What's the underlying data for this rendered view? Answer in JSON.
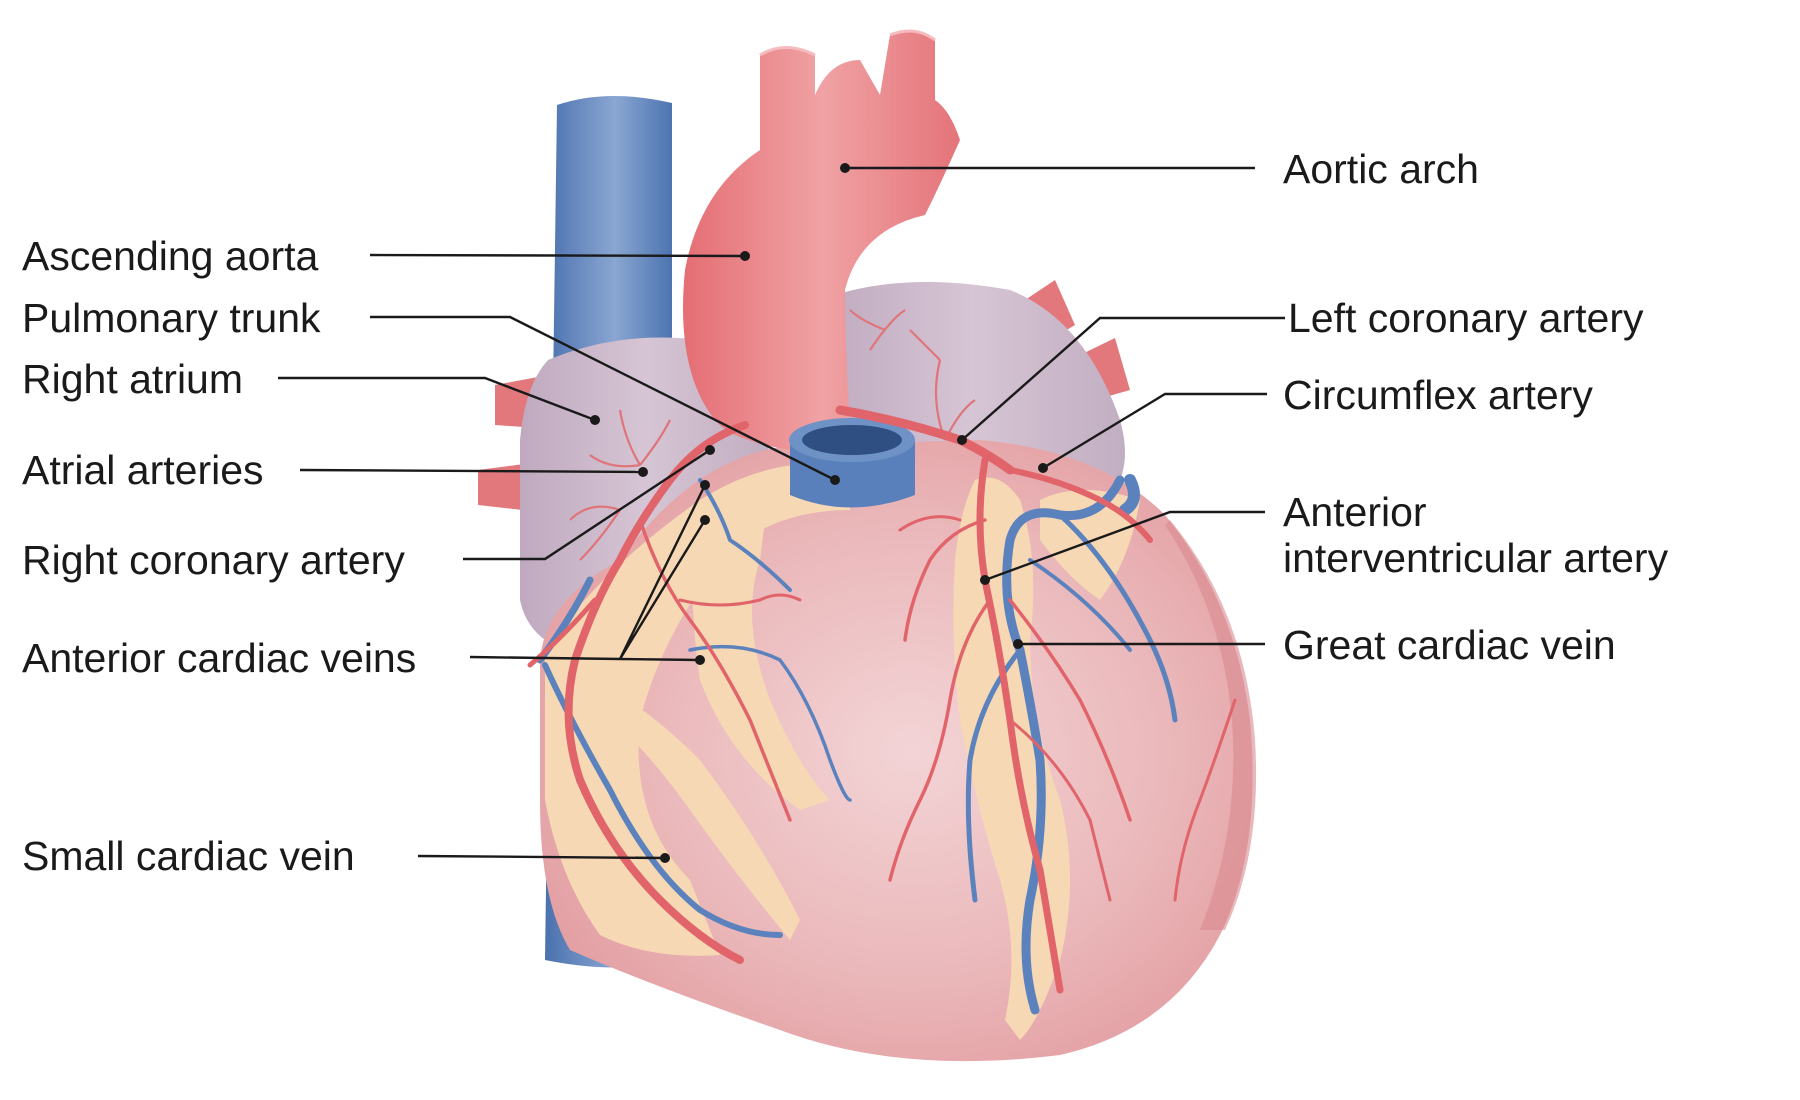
{
  "labels": {
    "aortic_arch": "Aortic arch",
    "ascending_aorta": "Ascending aorta",
    "pulmonary_trunk": "Pulmonary trunk",
    "right_atrium": "Right atrium",
    "atrial_arteries": "Atrial arteries",
    "right_coronary_artery": "Right coronary artery",
    "anterior_cardiac_veins": "Anterior cardiac veins",
    "small_cardiac_vein": "Small cardiac vein",
    "left_coronary_artery": "Left coronary artery",
    "circumflex_artery": "Circumflex artery",
    "anterior_interventricular_artery_line1": "Anterior",
    "anterior_interventricular_artery_line2": "interventricular artery",
    "great_cardiac_vein": "Great cardiac vein"
  },
  "colors": {
    "artery": "#e0646a",
    "vein": "#5b82bd",
    "myocardium": "#eeb8b8",
    "fat": "#f6d8b4",
    "atrium": "#c9b8c8",
    "leader_line": "#1a1a1a"
  }
}
